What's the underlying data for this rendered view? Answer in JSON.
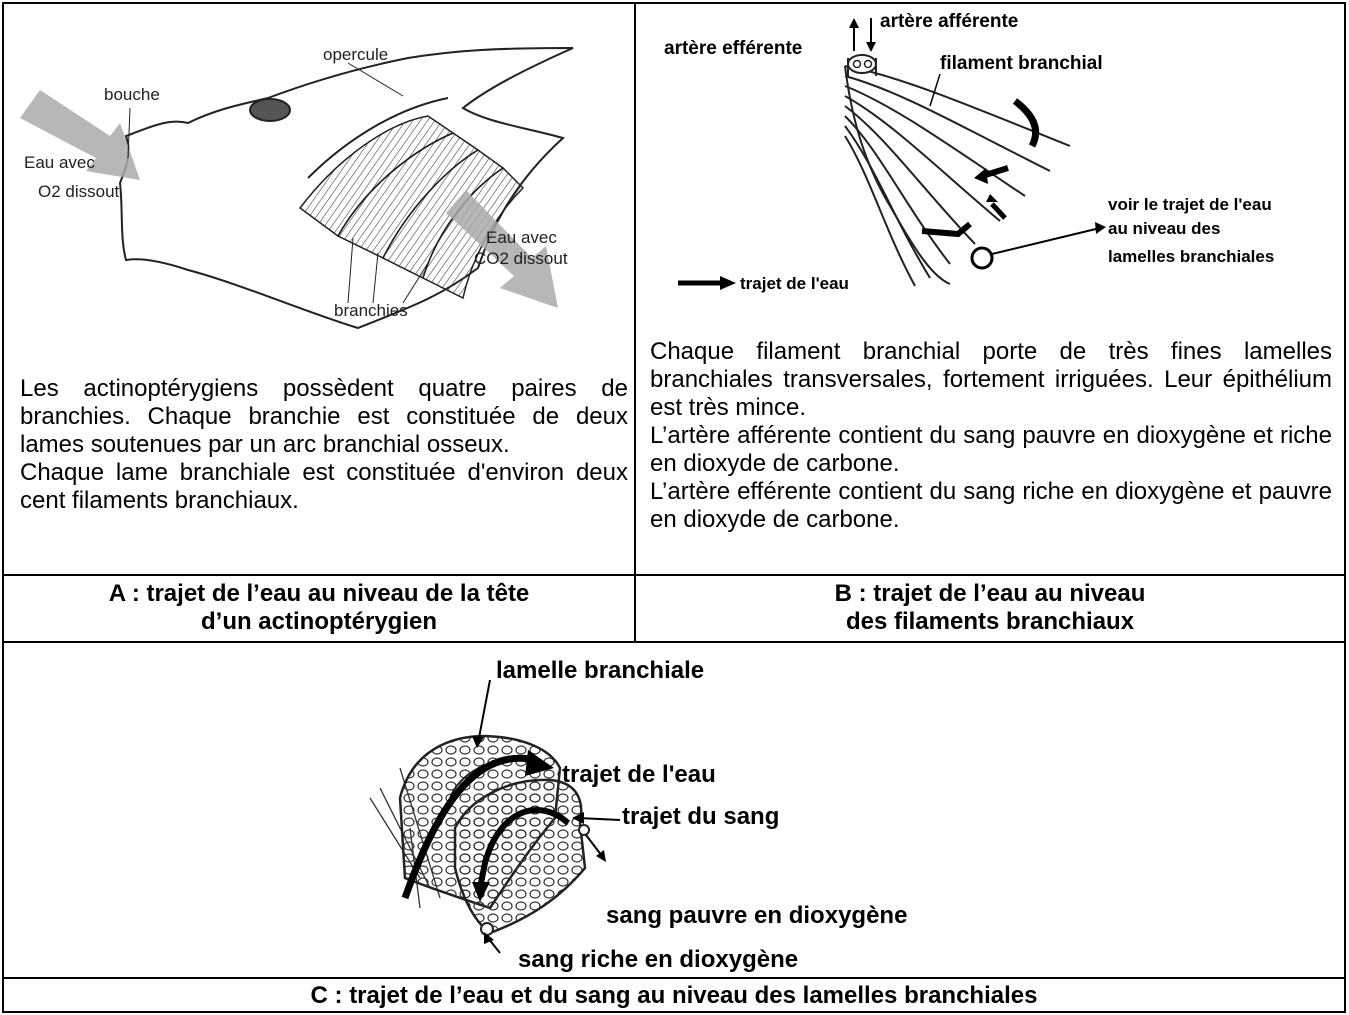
{
  "panel_a": {
    "labels": {
      "opercule": "opercule",
      "bouche": "bouche",
      "eau_avec_o2_line1": "Eau avec",
      "eau_avec_o2_line2": "O2 dissout",
      "eau_avec_co2_line1": "Eau avec",
      "eau_avec_co2_line2": "CO2 dissout",
      "branchies": "branchies"
    },
    "paragraphs": [
      "Les actinoptérygiens possèdent quatre paires de branchies. Chaque branchie est constituée de deux lames soutenues par un arc branchial osseux.",
      "Chaque lame branchiale est constituée d'environ deux cent filaments branchiaux."
    ],
    "caption_line1": "A : trajet de l’eau au niveau de la tête",
    "caption_line2": "d’un actinoptérygien"
  },
  "panel_b": {
    "labels": {
      "artere_afferente": "artère afférente",
      "artere_efferente": "artère efférente",
      "filament_branchial": "filament branchial",
      "voir_line1": "voir le trajet de l'eau",
      "voir_line2": "au niveau des",
      "voir_line3": "lamelles branchiales",
      "trajet_legend": "trajet de l'eau"
    },
    "paragraphs": [
      "Chaque filament branchial porte de très fines lamelles branchiales transversales, fortement irriguées. Leur épithélium est très mince.",
      "L’artère afférente contient du sang pauvre en dioxygène et riche en dioxyde de carbone.",
      "L’artère efférente contient du sang riche en dioxygène et pauvre en dioxyde de carbone."
    ],
    "caption_line1": "B : trajet de l’eau au niveau",
    "caption_line2": "des filaments branchiaux"
  },
  "panel_c": {
    "labels": {
      "lamelle_branchiale": "lamelle branchiale",
      "trajet_eau": "trajet de l'eau",
      "trajet_sang": "trajet du sang",
      "sang_pauvre": "sang pauvre en dioxygène",
      "sang_riche": "sang riche en dioxygène"
    },
    "caption": "C : trajet de l’eau et du sang au niveau des lamelles branchiales"
  }
}
